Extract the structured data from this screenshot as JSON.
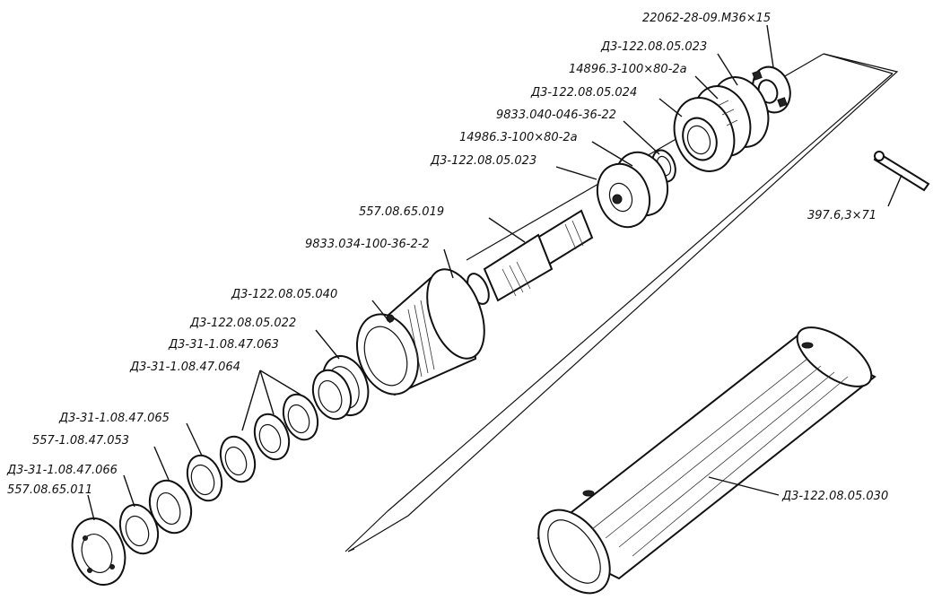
{
  "labels": {
    "l01": "22062-28-09.M36×15",
    "l02": "Д3-122.08.05.023",
    "l03": "14896.3-100×80-2а",
    "l04": "Д3-122.08.05.024",
    "l05": "9833.040-046-36-22",
    "l06": "14986.3-100×80-2а",
    "l07": "Д3-122.08.05.023",
    "l08": "557.08.65.019",
    "l09": "9833.034-100-36-2-2",
    "l10": "Д3-122.08.05.040",
    "l11": "Д3-122.08.05.022",
    "l12": "Д3-31-1.08.47.063",
    "l13": "Д3-31-1.08.47.064",
    "l14": "Д3-31-1.08.47.065",
    "l15": "557-1.08.47.053",
    "l16": "Д3-31-1.08.47.066",
    "l17": "557.08.65.011",
    "l18": "397.6,3×71",
    "l19": "Д3-122.08.05.030"
  }
}
